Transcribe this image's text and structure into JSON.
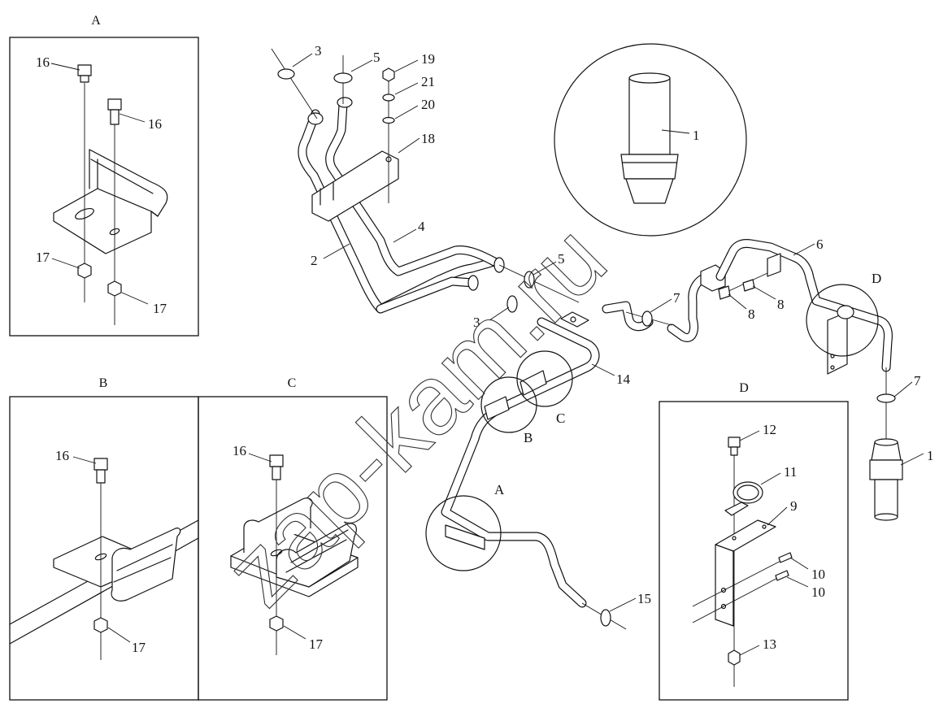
{
  "detail_titles": {
    "a": "A",
    "b": "B",
    "c": "C",
    "d": "D"
  },
  "callouts": {
    "a": "A",
    "b": "B",
    "c": "C",
    "d": "D",
    "n1_top": "1",
    "n1_right": "1",
    "n2": "2",
    "n3_top": "3",
    "n3_mid": "3",
    "n4": "4",
    "n5_top": "5",
    "n5_mid": "5",
    "n6": "6",
    "n7_mid": "7",
    "n7_right": "7",
    "n8_a": "8",
    "n8_b": "8",
    "n9": "9",
    "n10_a": "10",
    "n10_b": "10",
    "n11": "11",
    "n12": "12",
    "n13": "13",
    "n14": "14",
    "n15": "15",
    "n16_a1": "16",
    "n16_a2": "16",
    "n16_b": "16",
    "n16_c": "16",
    "n17_a1": "17",
    "n17_a2": "17",
    "n17_b": "17",
    "n17_c": "17",
    "n18": "18",
    "n19": "19",
    "n20": "20",
    "n21": "21"
  },
  "watermark": "zap-kam.ru"
}
